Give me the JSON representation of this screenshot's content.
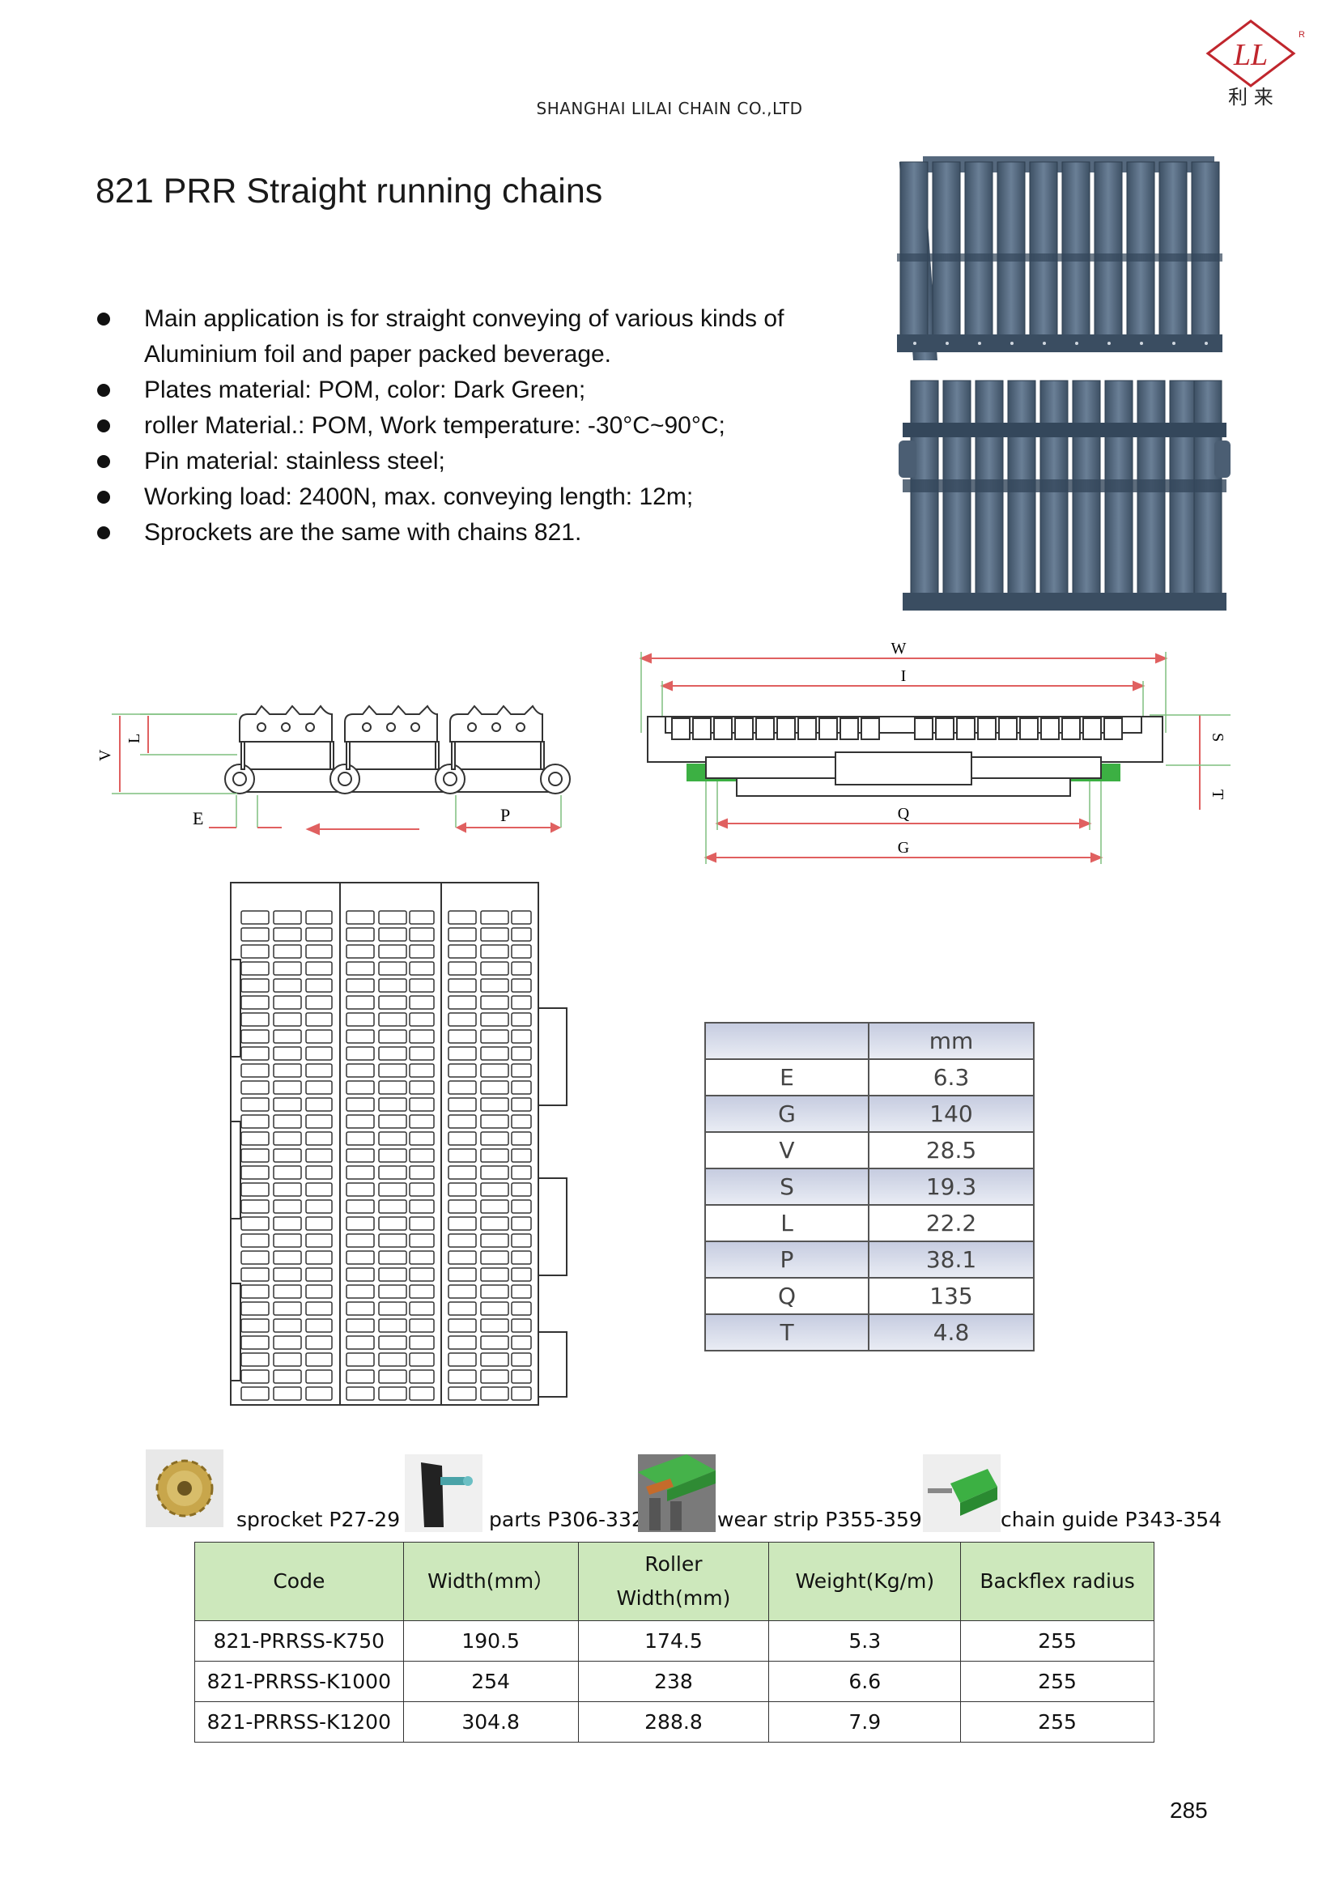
{
  "header": {
    "company": "SHANGHAI LILAI CHAIN CO.,LTD",
    "logo_text": "LL",
    "logo_chinese": "利 来",
    "logo_mark": "R"
  },
  "title": "821 PRR Straight running chains",
  "bullets": [
    "Main application is for straight conveying of various kinds of",
    "Aluminium foil and paper packed beverage.",
    "Plates material: POM, color: Dark Green;",
    "roller Material.: POM, Work temperature: -30°C~90°C;",
    "Pin material: stainless steel;",
    "Working load: 2400N, max. conveying length: 12m;",
    "Sprockets are the same with chains 821."
  ],
  "diagram_side": {
    "labels": {
      "v": "V",
      "l": "L",
      "e": "E",
      "p": "P"
    }
  },
  "diagram_front": {
    "labels": {
      "w": "W",
      "i": "I",
      "s": "S",
      "t": "T",
      "q": "Q",
      "g": "G"
    }
  },
  "dim_table": {
    "unit": "mm",
    "rows": [
      {
        "k": "E",
        "v": "6.3"
      },
      {
        "k": "G",
        "v": "140"
      },
      {
        "k": "V",
        "v": "28.5"
      },
      {
        "k": "S",
        "v": "19.3"
      },
      {
        "k": "L",
        "v": "22.2"
      },
      {
        "k": "P",
        "v": "38.1"
      },
      {
        "k": "Q",
        "v": "135"
      },
      {
        "k": "T",
        "v": "4.8"
      }
    ]
  },
  "accessories": [
    {
      "label": "sprocket P27-29",
      "icon": "sprocket-icon"
    },
    {
      "label": "parts P306-332",
      "icon": "parts-icon"
    },
    {
      "label": "wear strip P355-359",
      "icon": "wear-strip-icon"
    },
    {
      "label": "chain guide P343-354",
      "icon": "chain-guide-icon"
    }
  ],
  "spec_table": {
    "headers": {
      "code": "Code",
      "width": "Width(mm）",
      "roller1": "Roller",
      "roller2": "Width(mm)",
      "weight": "Weight(Kg/m)",
      "backflex": "Backflex radius"
    },
    "rows": [
      [
        "821-PRRSS-K750",
        "190.5",
        "174.5",
        "5.3",
        "255"
      ],
      [
        "821-PRRSS-K1000",
        "254",
        "238",
        "6.6",
        "255"
      ],
      [
        "821-PRRSS-K1200",
        "304.8",
        "288.8",
        "7.9",
        "255"
      ]
    ]
  },
  "page_number": "285",
  "colors": {
    "chain": "#4a5d72",
    "guide_green": "#3cb043",
    "dim_line": "#e06060",
    "table_header_green": "#cde8bc"
  }
}
